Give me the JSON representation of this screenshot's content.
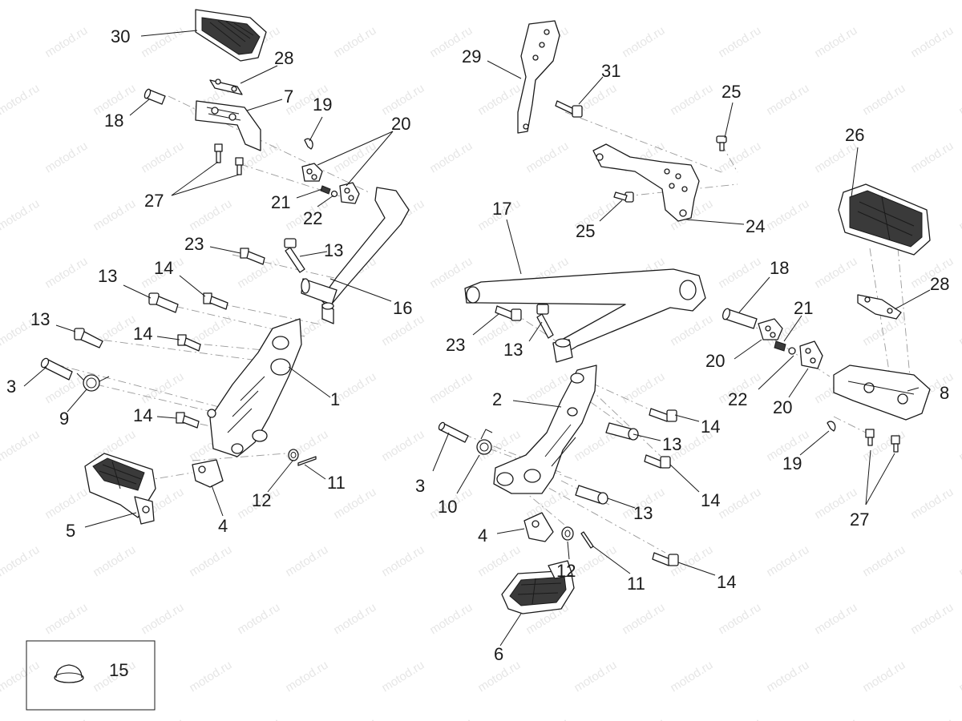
{
  "watermark": "motod.ru",
  "callouts": [
    {
      "id": "c30a",
      "text": "30"
    },
    {
      "id": "c28a",
      "text": "28"
    },
    {
      "id": "c7",
      "text": "7"
    },
    {
      "id": "c18a",
      "text": "18"
    },
    {
      "id": "c19a",
      "text": "19"
    },
    {
      "id": "c20a",
      "text": "20"
    },
    {
      "id": "c27a",
      "text": "27"
    },
    {
      "id": "c21a",
      "text": "21"
    },
    {
      "id": "c22a",
      "text": "22"
    },
    {
      "id": "c23a",
      "text": "23"
    },
    {
      "id": "c13a",
      "text": "13"
    },
    {
      "id": "c13b",
      "text": "13"
    },
    {
      "id": "c14a",
      "text": "14"
    },
    {
      "id": "c16",
      "text": "16"
    },
    {
      "id": "c13c",
      "text": "13"
    },
    {
      "id": "c14b",
      "text": "14"
    },
    {
      "id": "c1",
      "text": "1"
    },
    {
      "id": "c3a",
      "text": "3"
    },
    {
      "id": "c9",
      "text": "9"
    },
    {
      "id": "c14c",
      "text": "14"
    },
    {
      "id": "c12a",
      "text": "12"
    },
    {
      "id": "c11a",
      "text": "11"
    },
    {
      "id": "c5",
      "text": "5"
    },
    {
      "id": "c4a",
      "text": "4"
    },
    {
      "id": "c29",
      "text": "29"
    },
    {
      "id": "c31",
      "text": "31"
    },
    {
      "id": "c25a",
      "text": "25"
    },
    {
      "id": "c26",
      "text": "26"
    },
    {
      "id": "c17",
      "text": "17"
    },
    {
      "id": "c25b",
      "text": "25"
    },
    {
      "id": "c24",
      "text": "24"
    },
    {
      "id": "c18b",
      "text": "18"
    },
    {
      "id": "c28b",
      "text": "28"
    },
    {
      "id": "c21b",
      "text": "21"
    },
    {
      "id": "c23b",
      "text": "23"
    },
    {
      "id": "c13d",
      "text": "13"
    },
    {
      "id": "c20b",
      "text": "20"
    },
    {
      "id": "c22b",
      "text": "22"
    },
    {
      "id": "c20c",
      "text": "20"
    },
    {
      "id": "c8",
      "text": "8"
    },
    {
      "id": "c2",
      "text": "2"
    },
    {
      "id": "c14d",
      "text": "14"
    },
    {
      "id": "c13e",
      "text": "13"
    },
    {
      "id": "c3b",
      "text": "3"
    },
    {
      "id": "c10",
      "text": "10"
    },
    {
      "id": "c19b",
      "text": "19"
    },
    {
      "id": "c14e",
      "text": "14"
    },
    {
      "id": "c13f",
      "text": "13"
    },
    {
      "id": "c27b",
      "text": "27"
    },
    {
      "id": "c4b",
      "text": "4"
    },
    {
      "id": "c12b",
      "text": "12"
    },
    {
      "id": "c11b",
      "text": "11"
    },
    {
      "id": "c14f",
      "text": "14"
    },
    {
      "id": "c6",
      "text": "6"
    },
    {
      "id": "c15",
      "text": "15"
    }
  ]
}
